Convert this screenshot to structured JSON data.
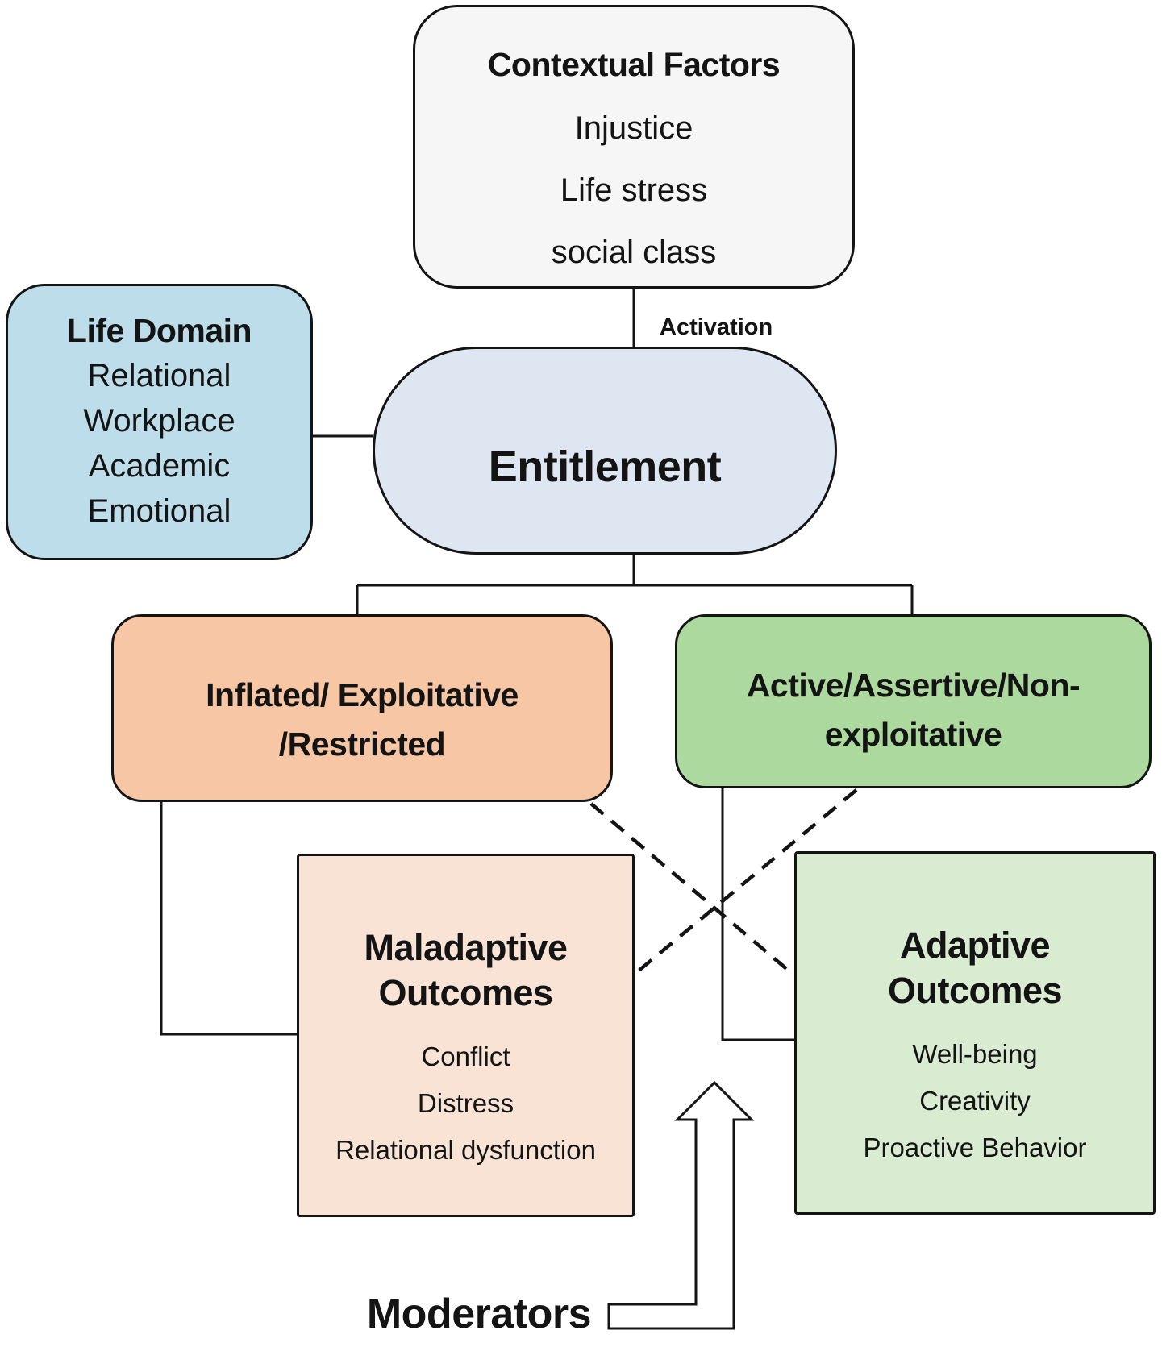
{
  "palette": {
    "background": "#ffffff",
    "line": "#141414",
    "contextual_fill": "#f6f6f6",
    "life_domain_fill": "#bcdde9",
    "entitlement_fill": "#dde6f1",
    "inflated_fill": "#f6c6a5",
    "active_fill": "#acd99e",
    "maladaptive_fill": "#f8e3d4",
    "adaptive_fill": "#d9ecd2"
  },
  "nodes": {
    "contextual": {
      "title": "Contextual Factors",
      "items": [
        "Injustice",
        "Life stress",
        "social class"
      ]
    },
    "life_domain": {
      "title": "Life Domain",
      "items": [
        "Relational",
        "Workplace",
        "Academic",
        "Emotional"
      ]
    },
    "activation": {
      "label": "Activation"
    },
    "entitlement": {
      "label": "Entitlement"
    },
    "inflated": {
      "line1": "Inflated/ Exploitative",
      "line2": "/Restricted"
    },
    "active": {
      "line1": "Active/Assertive/Non-",
      "line2": "exploitative"
    },
    "maladaptive": {
      "title_line1": "Maladaptive",
      "title_line2": "Outcomes",
      "items": [
        "Conflict",
        "Distress",
        "Relational dysfunction"
      ]
    },
    "adaptive": {
      "title_line1": "Adaptive",
      "title_line2": "Outcomes",
      "items": [
        "Well-being",
        "Creativity",
        "Proactive Behavior"
      ]
    },
    "moderators": {
      "label": "Moderators"
    }
  }
}
